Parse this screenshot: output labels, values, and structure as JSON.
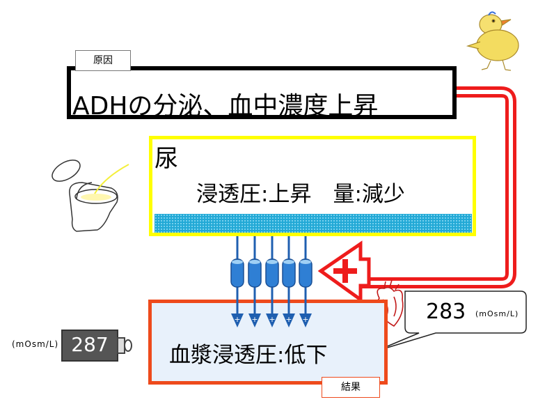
{
  "cause": {
    "tag": "原因",
    "text": "ADHの分泌、血中濃度上昇"
  },
  "urine": {
    "label": "尿",
    "text": "浸透圧:上昇　量:減少"
  },
  "plasma": {
    "text": "血漿浸透圧:低下",
    "tag": "結果"
  },
  "callout": {
    "value": "283",
    "unit": "(mOsm/L)"
  },
  "meter": {
    "unit": "(mOsm/L)",
    "value": "287"
  },
  "colors": {
    "feedback_arrow": "#ee1c1c",
    "cause_border": "#000000",
    "urine_border": "#ffff00",
    "urine_band": "#22a9d6",
    "plasma_border": "#ee4a1c",
    "plasma_fill": "#e8f1fb",
    "water_channel": "#1f5fb0"
  },
  "icons": [
    "up-arrow-icon",
    "plus-arrow-icon",
    "toilet-icon",
    "heart-icon",
    "chick-icon",
    "water-channel-icon"
  ]
}
